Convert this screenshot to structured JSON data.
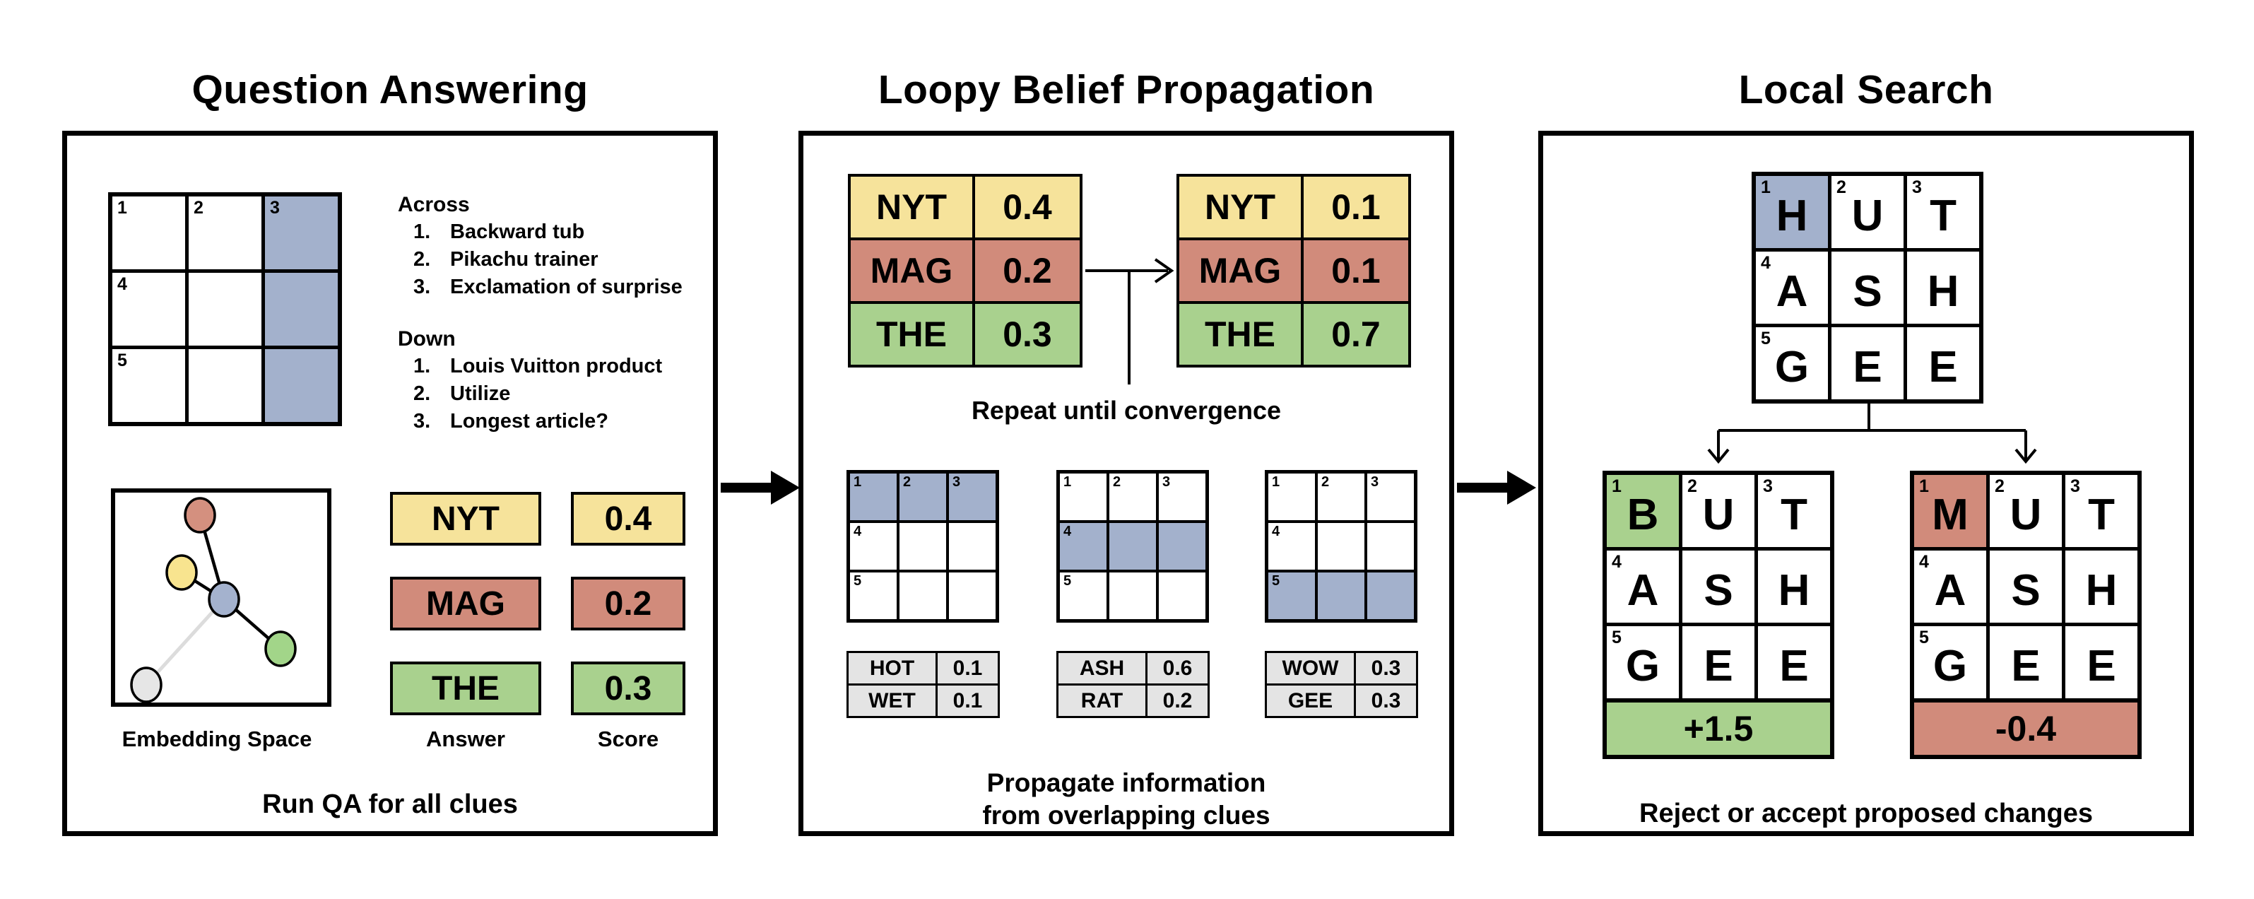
{
  "colors": {
    "yellow": "#f6e39b",
    "red": "#d18b7b",
    "green": "#a9d18e",
    "blue": "#a3b1cc",
    "gray": "#e4e4e4",
    "node_red": "#d4907f",
    "node_yellow": "#f8e48f",
    "node_green": "#a2d589",
    "node_blue": "#a4b2ce",
    "node_gray": "#e6e6e6",
    "edge_gray": "#dcdcdc"
  },
  "p1": {
    "title": "Question Answering",
    "grid_cells": [
      {
        "n": "1"
      },
      {
        "n": "2"
      },
      {
        "n": "3",
        "bg": "blue"
      },
      {
        "n": "4"
      },
      {},
      {
        "bg": "blue"
      },
      {
        "n": "5"
      },
      {},
      {
        "bg": "blue"
      }
    ],
    "clues": {
      "across_label": "Across",
      "across": [
        {
          "n": "1.",
          "t": "Backward tub"
        },
        {
          "n": "2.",
          "t": "Pikachu trainer"
        },
        {
          "n": "3.",
          "t": "Exclamation of surprise"
        }
      ],
      "down_label": "Down",
      "down": [
        {
          "n": "1.",
          "t": "Louis Vuitton product"
        },
        {
          "n": "2.",
          "t": "Utilize"
        },
        {
          "n": "3.",
          "t": "Longest article?"
        }
      ]
    },
    "embedding_label": "Embedding Space",
    "answer_col_label": "Answer",
    "score_col_label": "Score",
    "rows": [
      {
        "answer": "NYT",
        "score": "0.4"
      },
      {
        "answer": "MAG",
        "score": "0.2"
      },
      {
        "answer": "THE",
        "score": "0.3"
      }
    ],
    "caption": "Run QA for all clues"
  },
  "p2": {
    "title": "Loopy Belief Propagation",
    "before": [
      {
        "answer": "NYT",
        "score": "0.4"
      },
      {
        "answer": "MAG",
        "score": "0.2"
      },
      {
        "answer": "THE",
        "score": "0.3"
      }
    ],
    "after": [
      {
        "answer": "NYT",
        "score": "0.1"
      },
      {
        "answer": "MAG",
        "score": "0.1"
      },
      {
        "answer": "THE",
        "score": "0.7"
      }
    ],
    "repeat_caption": "Repeat until convergence",
    "grid1_cells": [
      {
        "n": "1",
        "bg": "blue"
      },
      {
        "n": "2",
        "bg": "blue"
      },
      {
        "n": "3",
        "bg": "blue"
      },
      {
        "n": "4"
      },
      {},
      {},
      {
        "n": "5"
      },
      {},
      {}
    ],
    "grid2_cells": [
      {
        "n": "1"
      },
      {
        "n": "2"
      },
      {
        "n": "3"
      },
      {
        "n": "4",
        "bg": "blue"
      },
      {
        "bg": "blue"
      },
      {
        "bg": "blue"
      },
      {
        "n": "5"
      },
      {},
      {}
    ],
    "grid3_cells": [
      {
        "n": "1"
      },
      {
        "n": "2"
      },
      {
        "n": "3"
      },
      {
        "n": "4"
      },
      {},
      {},
      {
        "n": "5",
        "bg": "blue"
      },
      {
        "bg": "blue"
      },
      {
        "bg": "blue"
      }
    ],
    "tables": [
      [
        {
          "answer": "HOT",
          "score": "0.1"
        },
        {
          "answer": "WET",
          "score": "0.1"
        }
      ],
      [
        {
          "answer": "ASH",
          "score": "0.6"
        },
        {
          "answer": "RAT",
          "score": "0.2"
        }
      ],
      [
        {
          "answer": "WOW",
          "score": "0.3"
        },
        {
          "answer": "GEE",
          "score": "0.3"
        }
      ]
    ],
    "caption_line1": "Propagate information",
    "caption_line2": "from overlapping clues"
  },
  "p3": {
    "title": "Local Search",
    "main_cells": [
      {
        "n": "1",
        "ch": "H",
        "bg": "blue"
      },
      {
        "n": "2",
        "ch": "U"
      },
      {
        "n": "3",
        "ch": "T"
      },
      {
        "n": "4",
        "ch": "A"
      },
      {
        "ch": "S"
      },
      {
        "ch": "H"
      },
      {
        "n": "5",
        "ch": "G"
      },
      {
        "ch": "E"
      },
      {
        "ch": "E"
      }
    ],
    "left_cells": [
      {
        "n": "1",
        "ch": "B",
        "bg": "green"
      },
      {
        "n": "2",
        "ch": "U"
      },
      {
        "n": "3",
        "ch": "T"
      },
      {
        "n": "4",
        "ch": "A"
      },
      {
        "ch": "S"
      },
      {
        "ch": "H"
      },
      {
        "n": "5",
        "ch": "G"
      },
      {
        "ch": "E"
      },
      {
        "ch": "E"
      }
    ],
    "right_cells": [
      {
        "n": "1",
        "ch": "M",
        "bg": "red"
      },
      {
        "n": "2",
        "ch": "U"
      },
      {
        "n": "3",
        "ch": "T"
      },
      {
        "n": "4",
        "ch": "A"
      },
      {
        "ch": "S"
      },
      {
        "ch": "H"
      },
      {
        "n": "5",
        "ch": "G"
      },
      {
        "ch": "E"
      },
      {
        "ch": "E"
      }
    ],
    "left_score": "+1.5",
    "right_score": "-0.4",
    "caption": "Reject or accept proposed changes"
  }
}
